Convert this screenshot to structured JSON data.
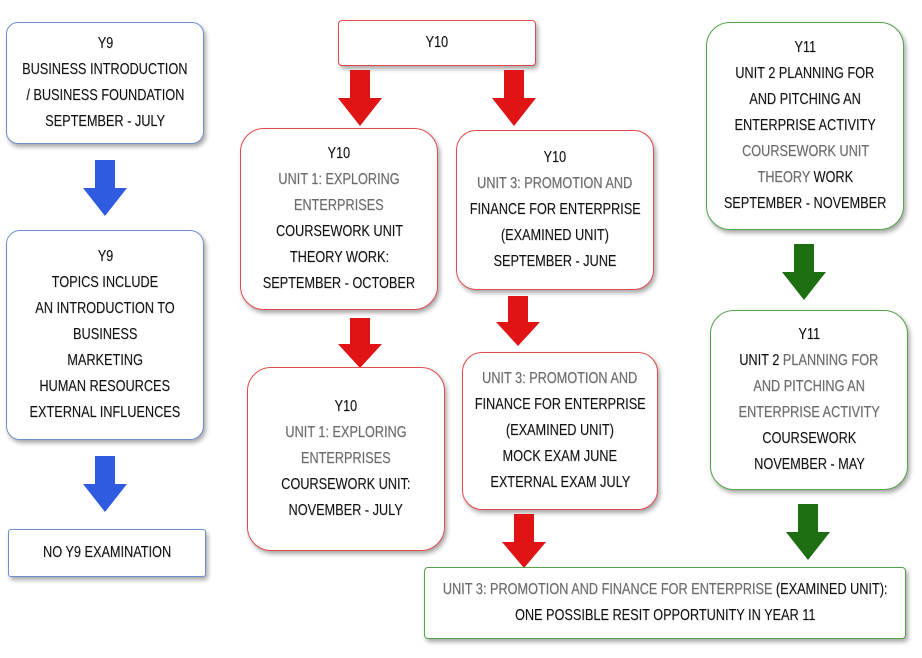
{
  "colors": {
    "blue_border": "#6f8fcf",
    "red_border": "#e14b4b",
    "green_border": "#54a34a",
    "blue_arrow": "#2f5be0",
    "red_arrow": "#e01414",
    "green_arrow": "#1e6e12",
    "text_dark": "#111111",
    "text_grey": "#6b6b6b"
  },
  "y9": {
    "box1": [
      "Y9",
      "BUSINESS INTRODUCTION",
      "/ BUSINESS FOUNDATION",
      "SEPTEMBER - JULY"
    ],
    "box2": [
      "Y9",
      "TOPICS INCLUDE",
      "AN INTRODUCTION TO",
      "BUSINESS",
      "MARKETING",
      "HUMAN RESOURCES",
      "EXTERNAL INFLUENCES"
    ],
    "box3": [
      "NO Y9 EXAMINATION"
    ]
  },
  "y10": {
    "header": "Y10",
    "unit1_a": {
      "year": "Y10",
      "unit": "UNIT 1: EXPLORING",
      "unit2": "ENTERPRISES",
      "type": "COURSEWORK UNIT",
      "work": "THEORY WORK:",
      "dates": "SEPTEMBER - OCTOBER"
    },
    "unit1_b": {
      "year": "Y10",
      "unit": "UNIT 1: EXPLORING",
      "unit2": "ENTERPRISES",
      "type": "COURSEWORK UNIT:",
      "dates": "NOVEMBER - JULY"
    },
    "unit3_a": {
      "year": "Y10",
      "unit": "UNIT 3: PROMOTION AND",
      "unit2": "FINANCE FOR ENTERPRISE",
      "exam": "(EXAMINED UNIT)",
      "dates": "SEPTEMBER - JUNE"
    },
    "unit3_b": {
      "unit": "UNIT 3: PROMOTION AND",
      "unit2": "FINANCE FOR ENTERPRISE",
      "exam": "(EXAMINED UNIT)",
      "mock": "MOCK EXAM JUNE",
      "external": "EXTERNAL EXAM JULY"
    }
  },
  "y11": {
    "box1": {
      "year": "Y11",
      "l1_a": "UNIT 2 ",
      "l1_b": "PLANNING FOR",
      "l2": "AND PITCHING AN",
      "l3": "ENTERPRISE ACTIVITY",
      "l4": "COURSEWORK UNIT",
      "l5_a": "THEORY ",
      "l5_b": "WORK",
      "dates": "SEPTEMBER - NOVEMBER"
    },
    "box2": {
      "year": "Y11",
      "l1_a": "UNIT 2 ",
      "l1_b": "PLANNING FOR",
      "l2": "AND PITCHING AN",
      "l3": "ENTERPRISE ACTIVITY",
      "l4": "COURSEWORK",
      "dates": "NOVEMBER - MAY"
    }
  },
  "resit": {
    "l1_a": "UNIT 3: PROMOTION AND FINANCE FOR ENTERPRISE ",
    "l1_b": "(EXAMINED UNIT):",
    "l2": "ONE POSSIBLE RESIT OPPORTUNITY IN YEAR 11"
  }
}
